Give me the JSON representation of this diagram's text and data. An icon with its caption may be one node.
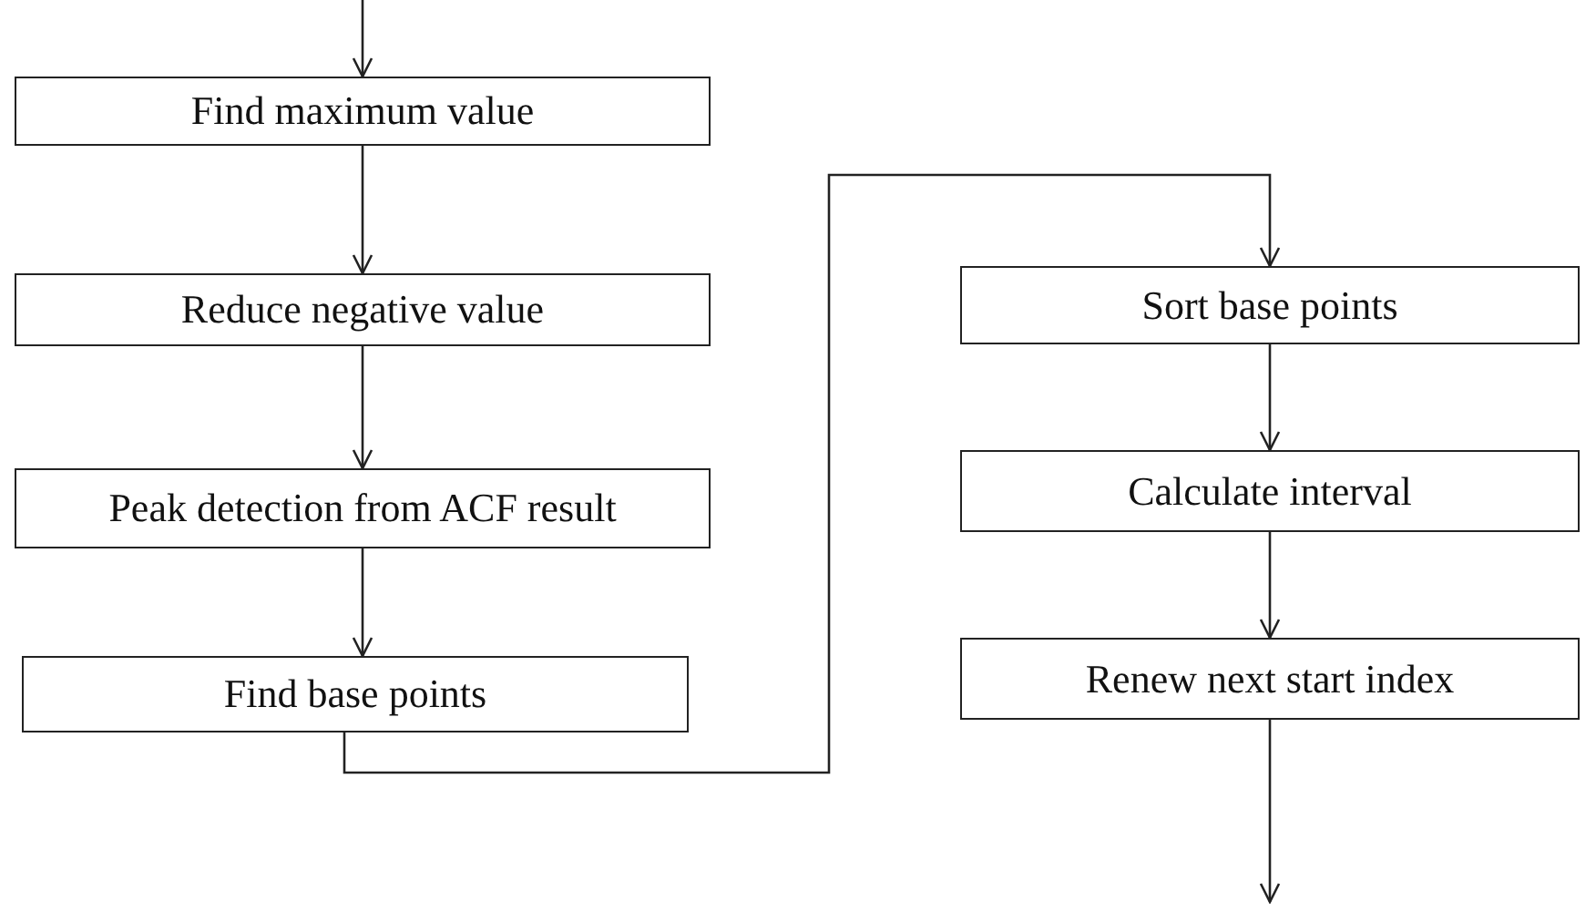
{
  "diagram": {
    "nodes": [
      {
        "text": [
          "Find maximum value"
        ]
      },
      {
        "text": [
          "Reduce negative value"
        ]
      },
      {
        "text": [
          "Peak detection from ACF result"
        ]
      },
      {
        "text": [
          "Find base points"
        ]
      },
      {
        "text": [
          "Sort base points"
        ]
      },
      {
        "text": [
          "Calculate interval"
        ]
      },
      {
        "text": [
          "Renew next start index"
        ]
      }
    ],
    "edges": [
      {
        "from": null,
        "to": 0,
        "arrow": "to"
      },
      {
        "from": 0,
        "to": 1,
        "arrow": "to"
      },
      {
        "from": 1,
        "to": 2,
        "arrow": "to"
      },
      {
        "from": 2,
        "to": 3,
        "arrow": "to"
      },
      {
        "from": 3,
        "to": 4,
        "arrow": "to"
      },
      {
        "from": 4,
        "to": 5,
        "arrow": "to"
      },
      {
        "from": 5,
        "to": 6,
        "arrow": "to"
      },
      {
        "from": 6,
        "to": null,
        "arrow": "to"
      }
    ]
  }
}
